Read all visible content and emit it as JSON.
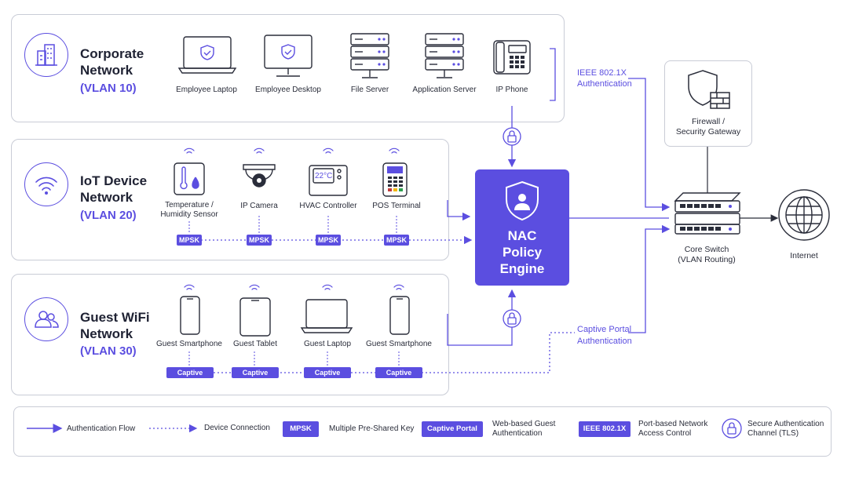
{
  "zones": {
    "corporate": {
      "title_line1": "Corporate",
      "title_line2": "Network",
      "vlan": "(VLAN 10)",
      "devices": [
        "Employee Laptop",
        "Employee Desktop",
        "File Server",
        "Application Server",
        "IP Phone"
      ]
    },
    "iot": {
      "title_line1": "IoT Device",
      "title_line2": "Network",
      "vlan": "(VLAN 20)",
      "devices": [
        "Temperature /\nHumidity Sensor",
        "IP Camera",
        "HVAC Controller",
        "POS Terminal"
      ],
      "hvac_display": "22°C",
      "tag": "MPSK"
    },
    "guest": {
      "title_line1": "Guest WiFi",
      "title_line2": "Network",
      "vlan": "(VLAN 30)",
      "devices": [
        "Guest Smartphone",
        "Guest Tablet",
        "Guest Laptop",
        "Guest Smartphone"
      ],
      "tag": "Captive Portal"
    }
  },
  "flows": {
    "ieee_line1": "IEEE 802.1X",
    "ieee_line2": "Authentication",
    "captive_line1": "Captive Portal",
    "captive_line2": "Authentication"
  },
  "nac": {
    "label": "NAC\nPolicy\nEngine"
  },
  "firewall": {
    "label": "Firewall /\nSecurity Gateway"
  },
  "core_switch": {
    "label": "Core Switch\n(VLAN Routing)"
  },
  "internet": {
    "label": "Internet"
  },
  "legend": {
    "auth_flow": "Authentication Flow",
    "device_conn": "Device Connection",
    "mpsk_tag": "MPSK",
    "mpsk_desc": "Multiple Pre-Shared Key",
    "cp_tag": "Captive Portal",
    "cp_desc": "Web-based Guest\nAuthentication",
    "ieee_tag": "IEEE 802.1X",
    "ieee_desc": "Port-based Network\nAccess Control",
    "lock_desc": "Secure Authentication\nChannel (TLS)"
  },
  "colors": {
    "accent": "#5b4ee0",
    "border": "#c9ccd6",
    "text": "#1f2233"
  }
}
